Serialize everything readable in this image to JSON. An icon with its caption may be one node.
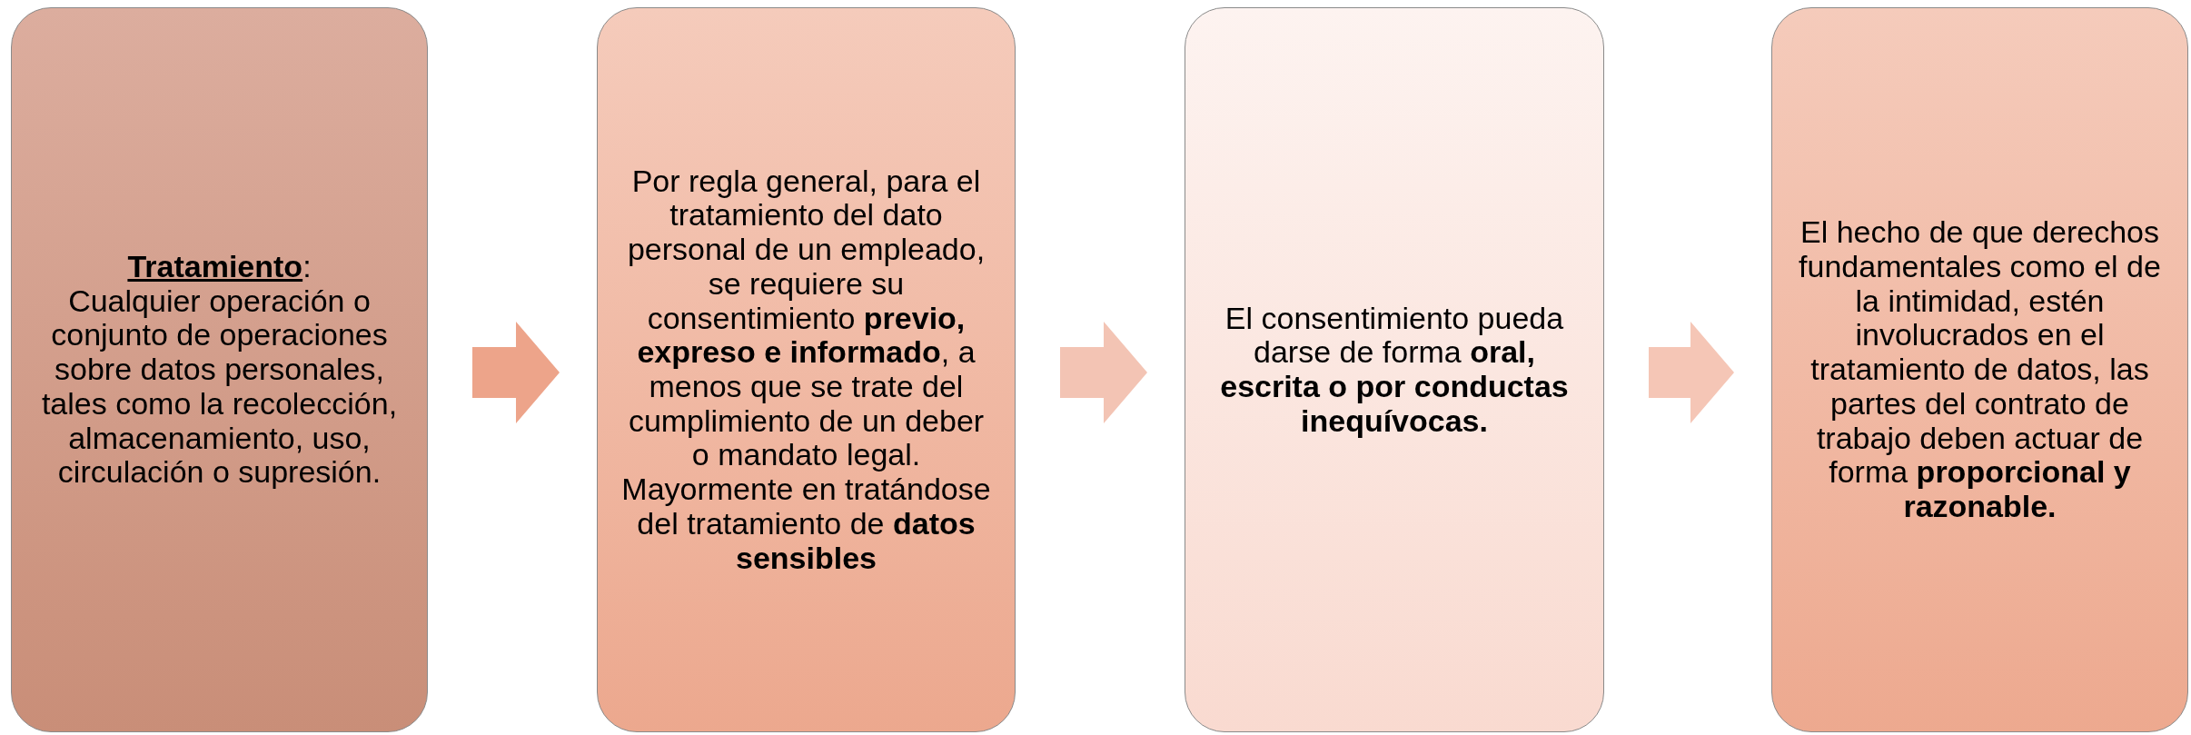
{
  "diagram": {
    "nodes": [
      {
        "text": [
          "**Tratamiento**:",
          "Cualquier operación o conjunto de operaciones sobre datos personales, tales como la recolección, almacenamiento, uso, circulación o supresión."
        ]
      },
      {
        "text": [
          "Por regla general, para el tratamiento del dato personal de un empleado, se requiere su consentimiento **previo, expreso e informado**, a menos que se trate del cumplimiento de un deber o mandato legal. Mayormente en tratándose del tratamiento de **datos sensibles**"
        ]
      },
      {
        "text": [
          "El consentimiento pueda darse de forma **oral, escrita o por conductas inequívocas.**"
        ]
      },
      {
        "text": [
          "El hecho de que derechos fundamentales como el de la intimidad, estén involucrados en el tratamiento de datos, las partes del contrato de trabajo deben actuar de forma **proporcional y razonable.**"
        ]
      }
    ],
    "edges": [
      {
        "from": 0,
        "to": 1,
        "arrow": "to",
        "color": "#eda48a"
      },
      {
        "from": 1,
        "to": 2,
        "arrow": "to",
        "color": "#f3c4b4"
      },
      {
        "from": 2,
        "to": 3,
        "arrow": "to",
        "color": "#f5c6b6"
      }
    ]
  }
}
